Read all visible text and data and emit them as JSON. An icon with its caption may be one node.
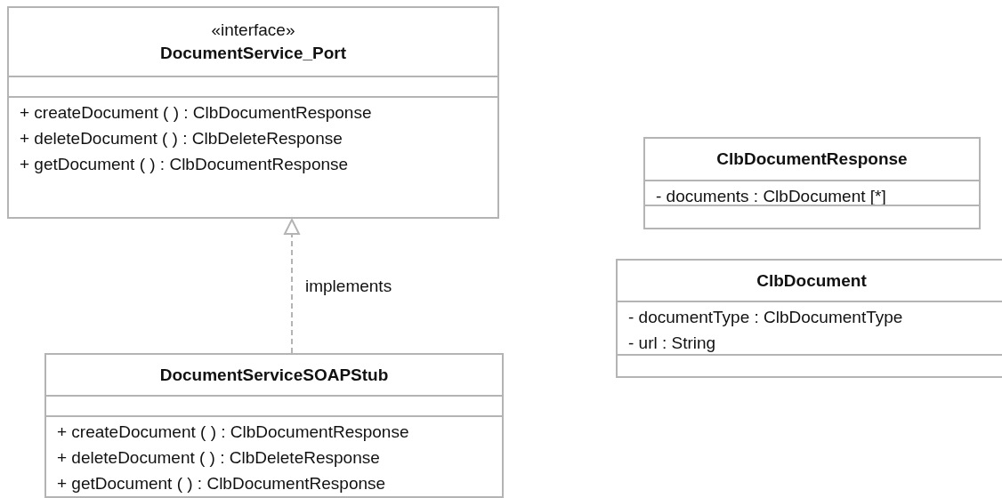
{
  "diagram": {
    "nodes": [
      {
        "text": [
          "«interface»",
          "DocumentService_Port",
          "+ createDocument ( ) : ClbDocumentResponse",
          "+ deleteDocument ( ) : ClbDeleteResponse",
          "+ getDocument ( ) : ClbDocumentResponse"
        ]
      },
      {
        "text": [
          "DocumentServiceSOAPStub",
          "+ createDocument ( ) : ClbDocumentResponse",
          "+ deleteDocument ( ) : ClbDeleteResponse",
          "+ getDocument ( ) : ClbDocumentResponse"
        ]
      },
      {
        "text": [
          "ClbDocumentResponse",
          "- documents : ClbDocument [*]"
        ]
      },
      {
        "text": [
          "ClbDocument",
          "- documentType : ClbDocumentType",
          "- url : String"
        ]
      }
    ],
    "edges": [
      {
        "from": 1,
        "to": 0,
        "arrow": "to",
        "style": "dashed",
        "label": "implements"
      }
    ]
  }
}
